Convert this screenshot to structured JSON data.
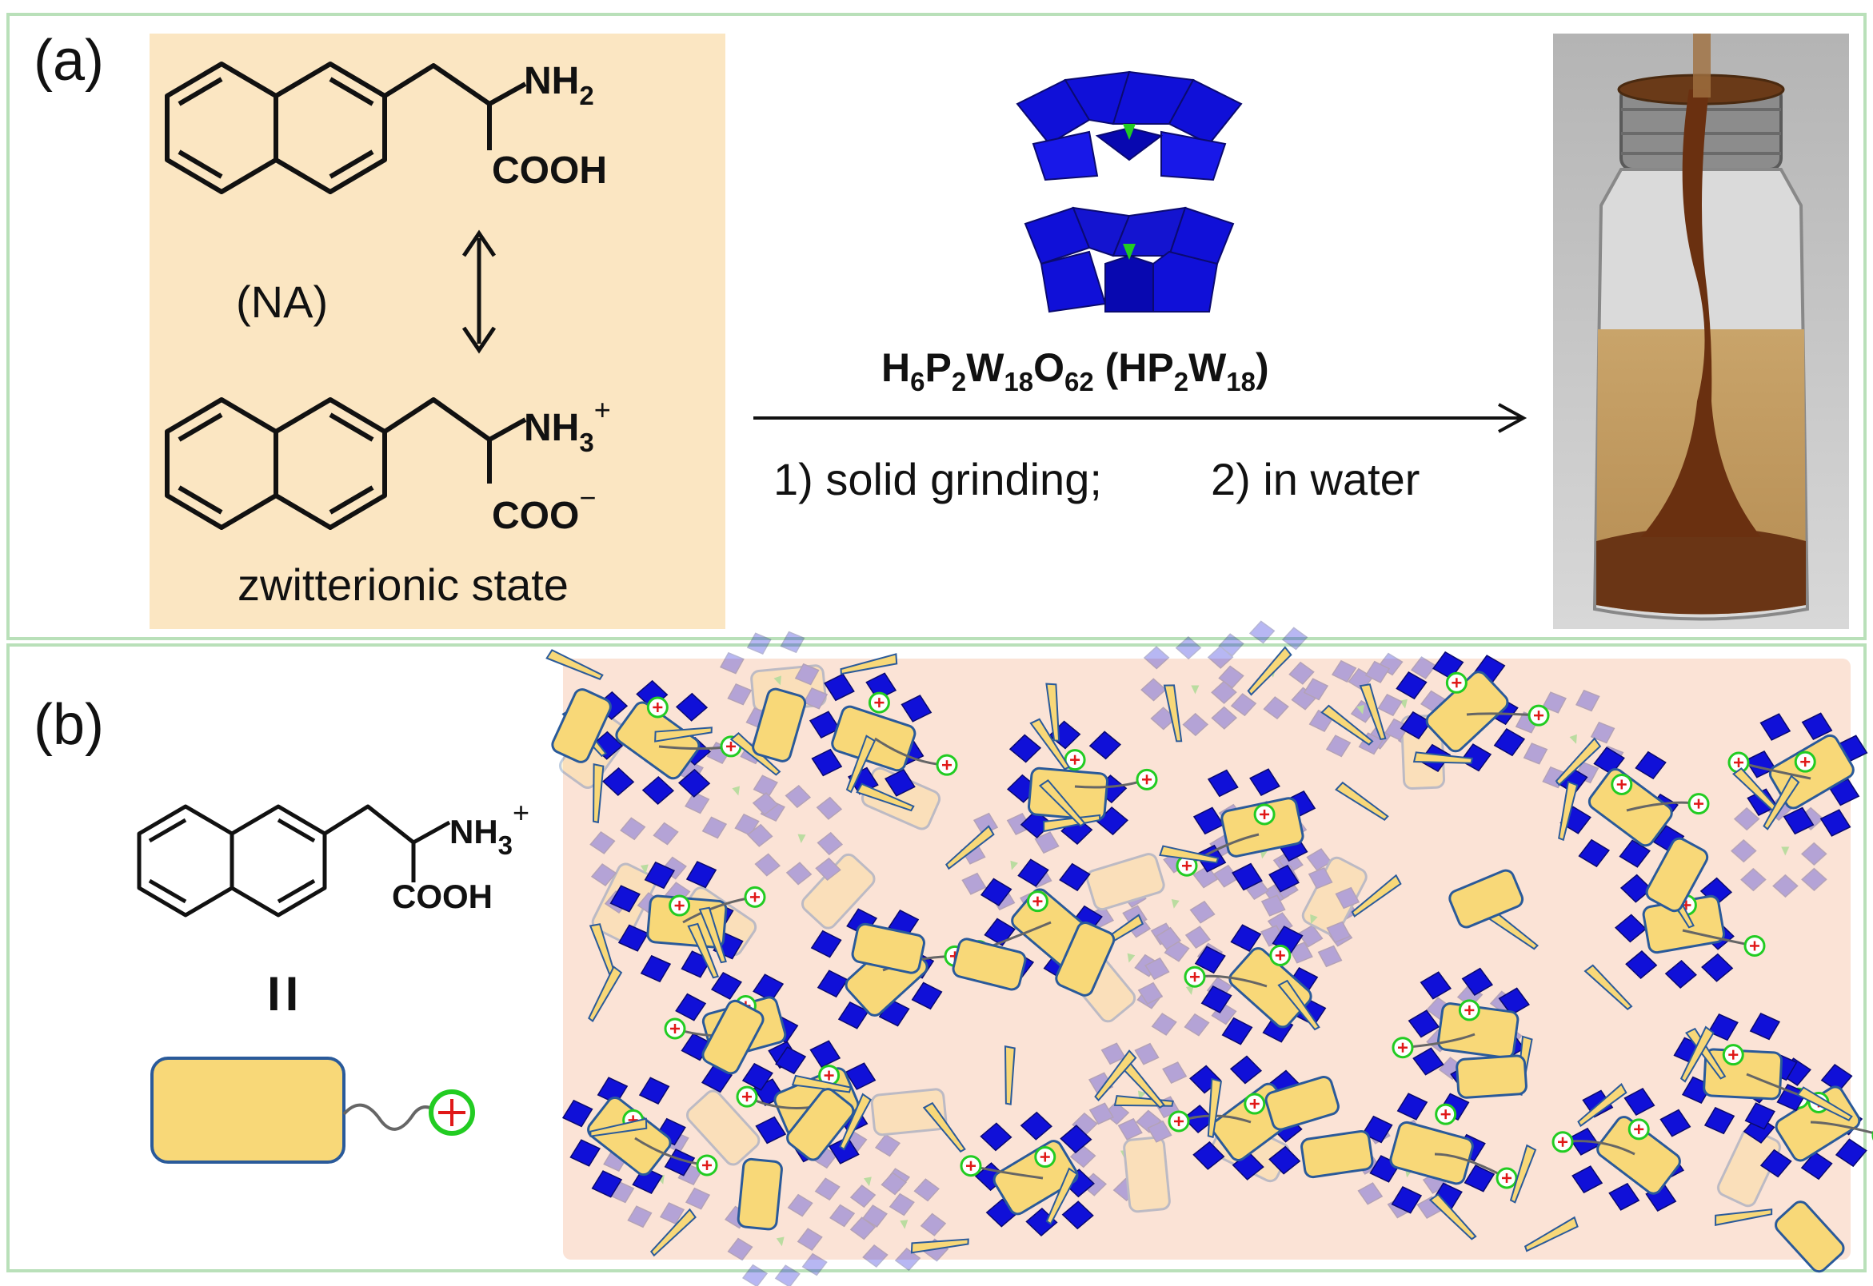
{
  "panel_a": {
    "label": "(a)",
    "top_molecule": {
      "group_top": "NH",
      "group_top_sub": "2",
      "group_bottom": "COOH"
    },
    "abbrev": "(NA)",
    "bottom_molecule": {
      "group_top": "NH",
      "group_top_sub": "3",
      "group_top_sup": "+",
      "group_bottom": "COO",
      "group_bottom_sup": "−"
    },
    "state_label": "zwitterionic state",
    "reagent": {
      "p1": "H",
      "s1": "6",
      "p2": "P",
      "s2": "2",
      "p3": "W",
      "s3": "18",
      "p4": "O",
      "s4": "62",
      "p5": " (HP",
      "s5": "2",
      "p6": "W",
      "s6": "18",
      "p7": ")"
    },
    "step1": "1) solid grinding;",
    "step2": "2) in water"
  },
  "panel_b": {
    "label": "(b)",
    "molecule": {
      "group_top": "NH",
      "group_top_sub": "3",
      "group_top_sup": "+",
      "group_bottom": "COOH"
    },
    "equals": "II"
  },
  "colors": {
    "frame": "#b9e0b9",
    "molecule_box": "#fbe6c2",
    "polyoxometalate_blue": "#1010d8",
    "phosphate_green": "#22cc22",
    "rod_yellow": "#f8d878",
    "rod_border": "#2a5a9a",
    "charge_ring": "#22cc22",
    "charge_plus": "#e01818",
    "assembly_bg": "#fbe3d6"
  },
  "icons": [
    "naphthalene-structure",
    "double-arrow-icon",
    "reaction-arrow-icon",
    "polyoxometalate-cluster-icon",
    "vial-photo",
    "charged-rod-icon",
    "assembly-schematic"
  ]
}
